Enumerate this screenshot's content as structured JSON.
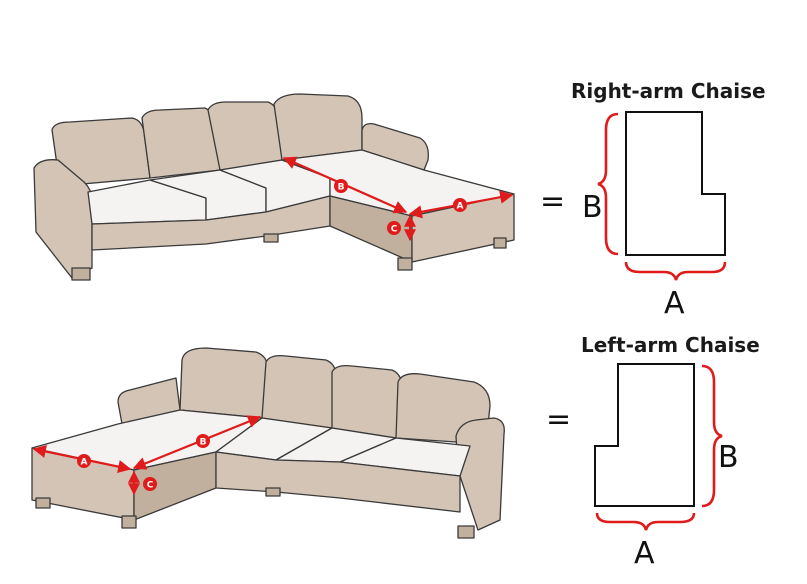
{
  "right_arm": {
    "title": "Right-arm Chaise",
    "equals": "=",
    "shape_label_a": "A",
    "shape_label_b": "B",
    "dim_a": "A",
    "dim_b": "B",
    "dim_c": "C"
  },
  "left_arm": {
    "title": "Left-arm Chaise",
    "equals": "=",
    "shape_label_a": "A",
    "shape_label_b": "B",
    "dim_a": "A",
    "dim_b": "B",
    "dim_c": "C"
  },
  "colors": {
    "sofa_body": "#d3c4b5",
    "sofa_shade": "#c2b09f",
    "seat_top": "#f4f3f1",
    "outline": "#3a3a3a",
    "measure": "#e01b1b"
  }
}
